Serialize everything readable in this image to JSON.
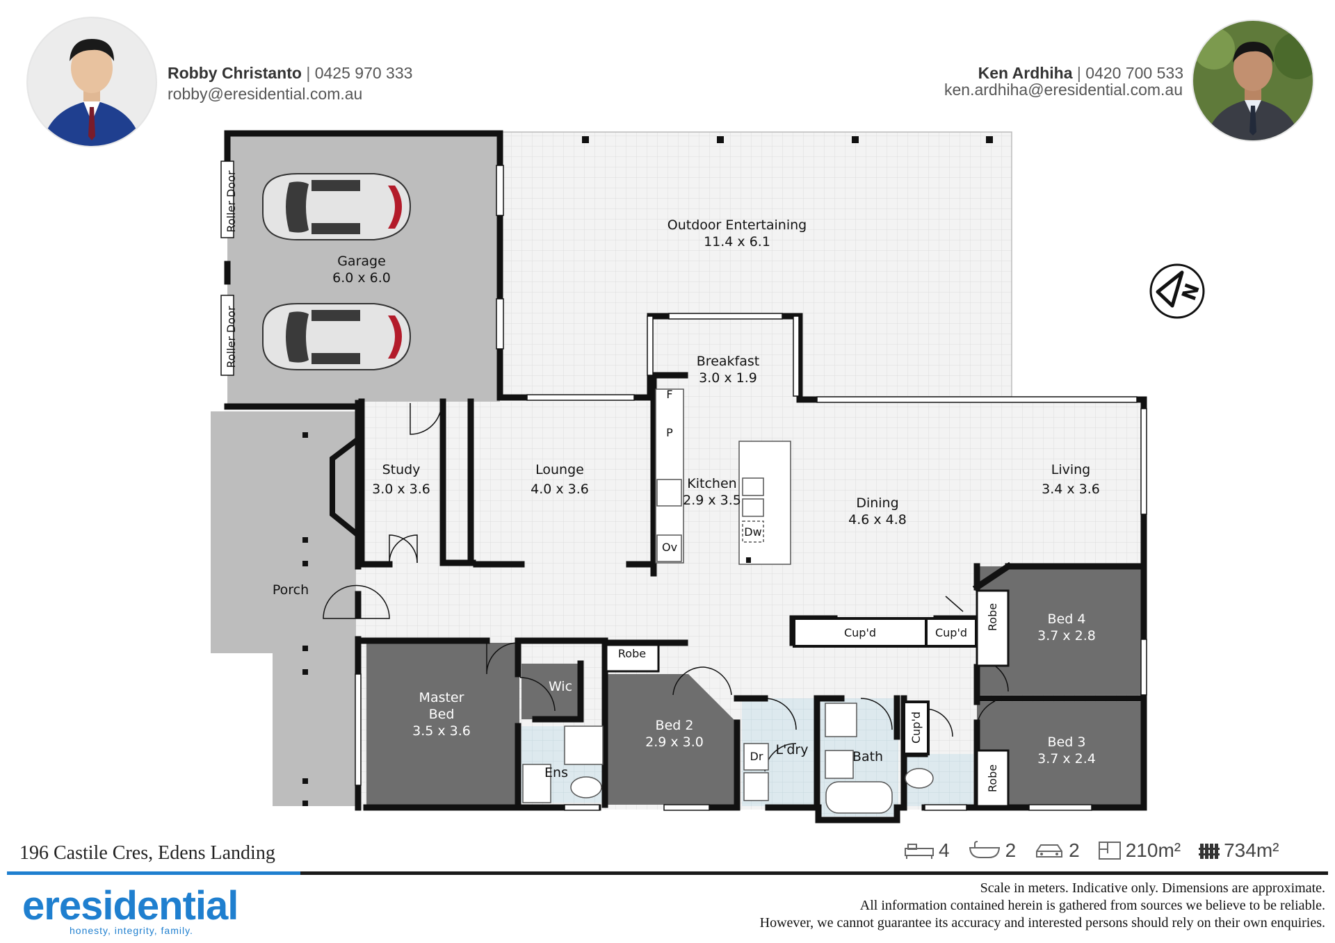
{
  "agents": {
    "left": {
      "name": "Robby Christanto",
      "phone": "0425 970 333",
      "email": "robby@eresidential.com.au"
    },
    "right": {
      "name": "Ken Ardhiha",
      "phone": "0420 700 533",
      "email": "ken.ardhiha@eresidential.com.au"
    },
    "separator": "|"
  },
  "rooms": {
    "outdoor": {
      "name": "Outdoor Entertaining",
      "size": "11.4 x 6.1"
    },
    "garage": {
      "name": "Garage",
      "size": "6.0 x 6.0"
    },
    "roller_door": "Roller Door",
    "breakfast": {
      "name": "Breakfast",
      "size": "3.0 x 1.9"
    },
    "study": {
      "name": "Study",
      "size": "3.0 x 3.6"
    },
    "lounge": {
      "name": "Lounge",
      "size": "4.0 x 3.6"
    },
    "kitchen": {
      "name": "Kitchen",
      "size": "2.9 x 3.5"
    },
    "dining": {
      "name": "Dining",
      "size": "4.6 x 4.8"
    },
    "living": {
      "name": "Living",
      "size": "3.4 x 3.6"
    },
    "porch": {
      "name": "Porch"
    },
    "master": {
      "name_line1": "Master",
      "name_line2": "Bed",
      "size": "3.5 x 3.6"
    },
    "wic": "Wic",
    "ens": "Ens",
    "robe": "Robe",
    "bed2": {
      "name": "Bed 2",
      "size": "2.9 x 3.0"
    },
    "laundry": "L'dry",
    "dryer": "Dr",
    "bath": "Bath",
    "cupd": "Cup'd",
    "bed3": {
      "name": "Bed 3",
      "size": "3.7 x 2.4"
    },
    "bed4": {
      "name": "Bed 4",
      "size": "3.7 x 2.8"
    },
    "fridge": "F",
    "pantry": "P",
    "oven": "Ov",
    "dishwasher": "Dw"
  },
  "compass_letter": "N",
  "address": "196 Castile Cres, Edens Landing",
  "stats": {
    "beds": "4",
    "baths": "2",
    "cars": "2",
    "floor_area": "210m²",
    "land_area": "734m²"
  },
  "brand": {
    "logo_text": "eresidential",
    "tagline": "honesty, integrity, family."
  },
  "disclaimer": {
    "line1": "Scale in meters. Indicative only. Dimensions are approximate.",
    "line2": "All information contained herein is gathered from sources we believe to be reliable.",
    "line3": "However, we cannot guarantee its accuracy and interested persons should rely on their own enquiries."
  },
  "colors": {
    "wall": "#111111",
    "floor": "#f2f2f2",
    "bedroom": "#6e6e6e",
    "garage": "#bdbdbd",
    "porch": "#bdbdbd",
    "wet_area": "#dce9ef",
    "brand_blue": "#1f7fcf"
  }
}
